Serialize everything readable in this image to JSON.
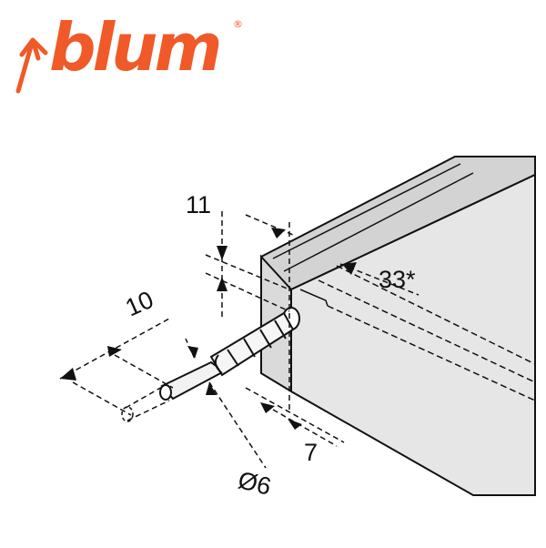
{
  "logo": {
    "brand": "blum",
    "registered_mark": "®",
    "color": "#f05a28"
  },
  "dimensions": {
    "top_offset": "11",
    "face_depth": "33*",
    "drill_depth": "10",
    "edge_offset": "7",
    "drill_diameter": "Ø6"
  },
  "colors": {
    "panel_face": "#e6e6e6",
    "panel_top": "#d3d3d3",
    "line": "#111111"
  }
}
